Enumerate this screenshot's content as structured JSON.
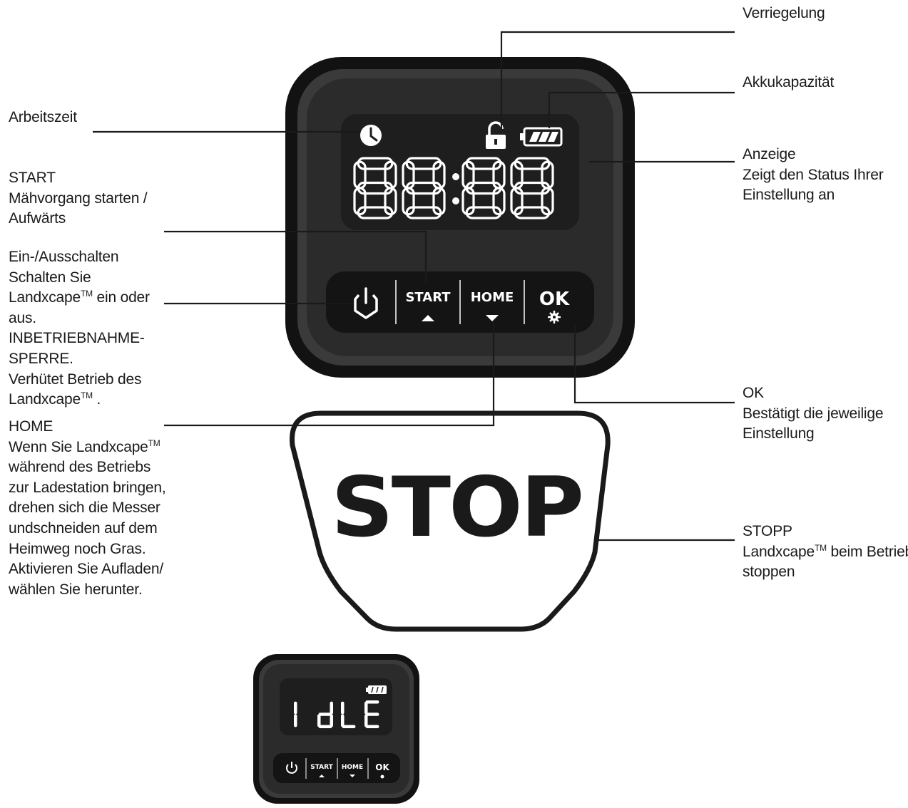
{
  "labels": {
    "verriegelung": "Verriegelung",
    "akku": "Akkukapazität",
    "arbeitszeit": "Arbeitszeit",
    "anzeige": [
      "Anzeige",
      "Zeigt den Status Ihrer",
      "Einstellung an"
    ],
    "start": [
      "START",
      "Mähvorgang starten /",
      "Aufwärts"
    ],
    "power": {
      "l1": "Ein-/Ausschalten",
      "l2": "Schalten Sie",
      "l3a": "Landxcape",
      "l3tm": "TM",
      "l3b": " ein oder",
      "l4": "aus.",
      "l5": "INBETRIEBNAHME-",
      "l6": "SPERRE.",
      "l7": "Verhütet Betrieb des",
      "l8a": "Landxcape",
      "l8tm": "TM",
      "l8b": " ."
    },
    "home": {
      "l1": "HOME",
      "l2a": "Wenn Sie Landxcape",
      "l2tm": "TM",
      "l3": "während des Betriebs",
      "l4": "zur Ladestation bringen,",
      "l5": "drehen sich die Messer",
      "l6": "undschneiden auf dem",
      "l7": "Heimweg noch Gras.",
      "l8": "Aktivieren Sie Aufladen/",
      "l9": "wählen Sie herunter."
    },
    "ok": [
      "OK",
      "Bestätigt die jeweilige",
      "Einstellung"
    ],
    "stopp": {
      "l1": "STOPP",
      "l2a": "Landxcape",
      "l2tm": "TM",
      "l2b": " beim Betrieb",
      "l3": "stoppen"
    }
  },
  "device": {
    "display": "88:88",
    "buttons": {
      "start": "START",
      "home": "HOME",
      "ok": "OK"
    },
    "stop_button": "STOP",
    "icons": [
      "clock-icon",
      "lock-icon",
      "battery-icon",
      "power-icon",
      "arrow-up-icon",
      "arrow-down-icon",
      "gear-icon"
    ]
  },
  "small_device": {
    "display": "IdLE",
    "buttons": {
      "start": "START",
      "home": "HOME",
      "ok": "OK"
    }
  },
  "colors": {
    "panel": "#2b2b2b",
    "bezel": "#1a1a1a",
    "screen": "#1e1e1e",
    "segment": "#ffffff"
  }
}
